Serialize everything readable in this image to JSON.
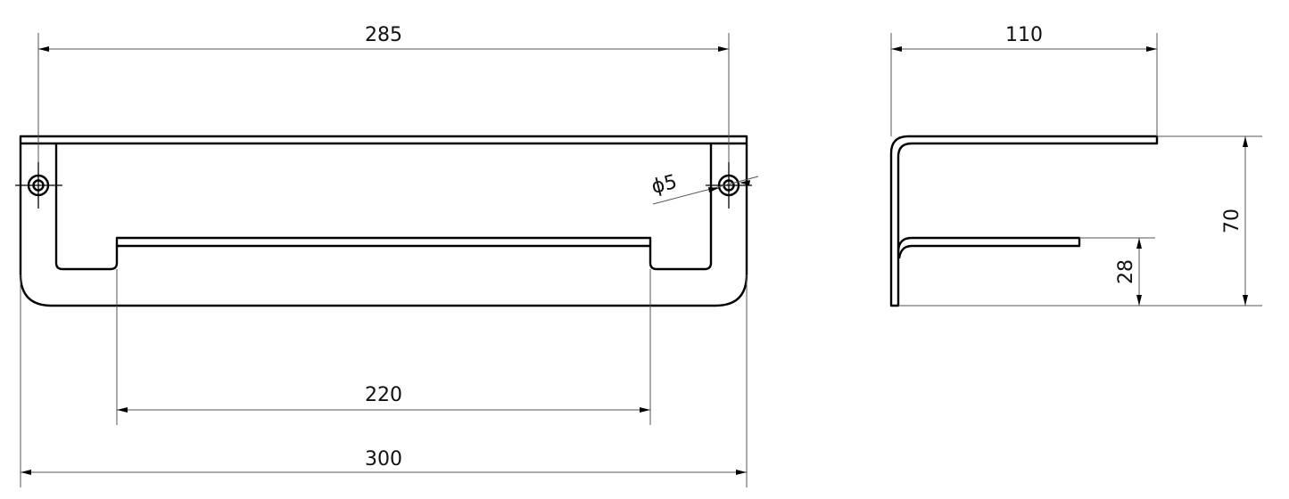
{
  "drawing": {
    "title": "Shelf bracket technical drawing",
    "line_color": "#000000",
    "background": "#ffffff",
    "front_view": {
      "dimensions": {
        "hole_spacing": "285",
        "inner_opening": "220",
        "overall_width": "300",
        "hole_diameter": "ϕ5"
      }
    },
    "side_view": {
      "dimensions": {
        "depth": "110",
        "height": "70",
        "shelf_height": "28"
      }
    }
  }
}
